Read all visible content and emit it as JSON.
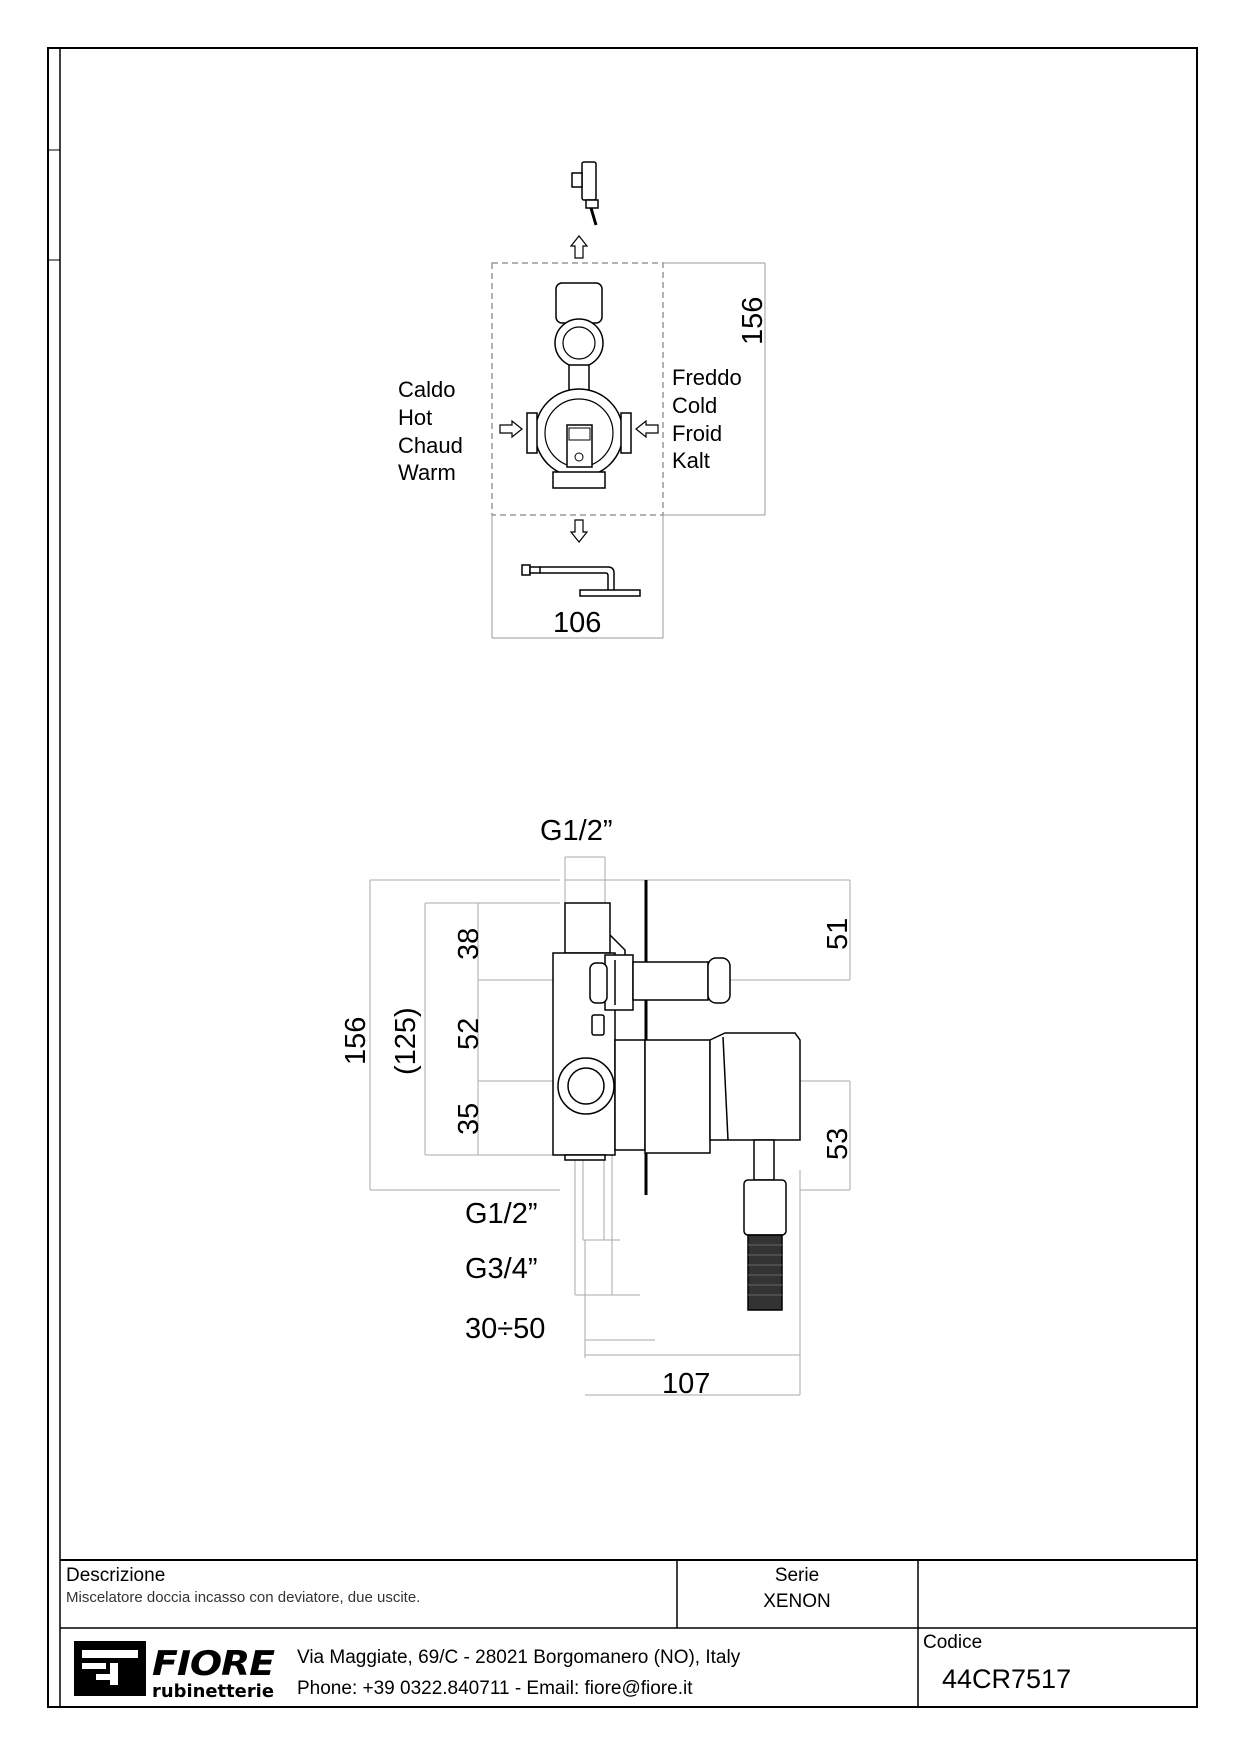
{
  "top_view": {
    "labels_left": [
      "Caldo",
      "Hot",
      "Chaud",
      "Warm"
    ],
    "labels_right": [
      "Freddo",
      "Cold",
      "Froid",
      "Kalt"
    ],
    "dim_height": "156",
    "dim_width": "106"
  },
  "side_view": {
    "thread_top": "G1/2”",
    "dim_total_height": "156",
    "dim_inner_height": "(125)",
    "dim_38": "38",
    "dim_52": "52",
    "dim_35": "35",
    "dim_51": "51",
    "dim_53": "53",
    "thread_outlet": "G1/2”",
    "thread_inlet": "G3/4”",
    "wall_range": "30÷50",
    "dim_depth": "107"
  },
  "title_block": {
    "descrizione_label": "Descrizione",
    "descrizione_text": "Miscelatore doccia incasso con deviatore, due uscite.",
    "serie_label": "Serie",
    "serie_value": "XENON",
    "codice_label": "Codice",
    "codice_value": "44CR7517",
    "address": "Via Maggiate, 69/C - 28021 Borgomanero (NO), Italy",
    "contact": "Phone: +39 0322.840711 - Email: fiore@fiore.it",
    "logo_word": "FIORE",
    "logo_sub": "rubinetterie"
  }
}
